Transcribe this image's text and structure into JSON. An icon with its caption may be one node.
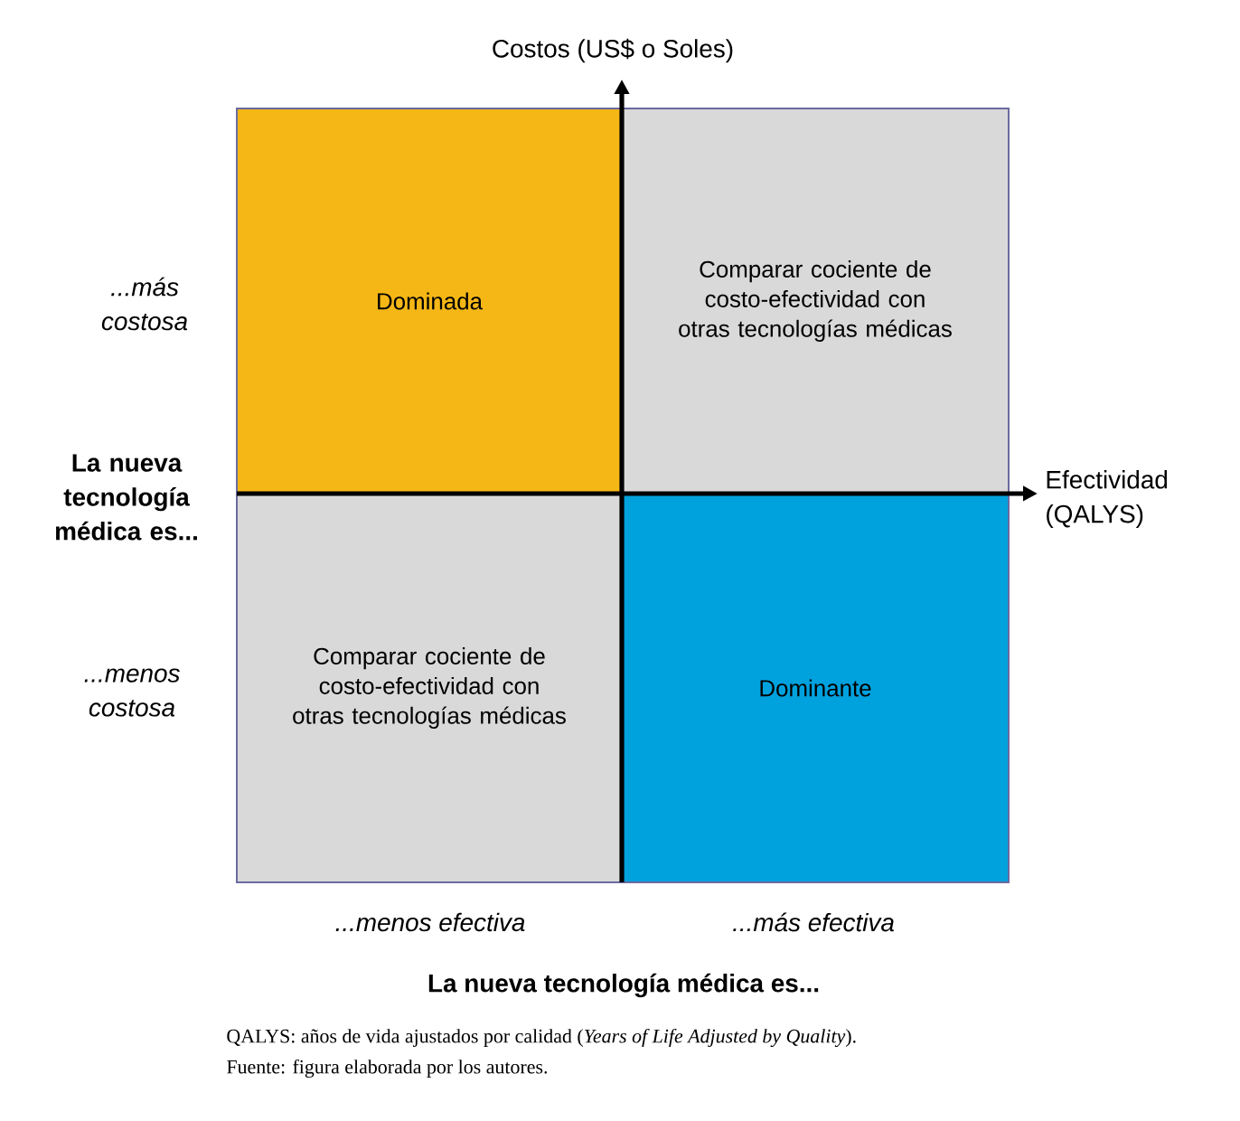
{
  "diagram": {
    "caption": "QALYS: años de vida ajustados por calidad (*Years of Life Adjusted by Quality*).",
    "nodes": [
      {
        "text": [
          "Dominada"
        ]
      },
      {
        "text": [
          "Comparar cociente de costo-efectividad con otras tecnologías médicas"
        ]
      },
      {
        "text": [
          "Comparar cociente de costo-efectividad con otras tecnologías médicas"
        ]
      },
      {
        "text": [
          "Dominante"
        ]
      }
    ],
    "edges": [],
    "labels": [
      "Costos (US$ o Soles)",
      "...más costosa",
      "Efectividad (QALYS)",
      "La nueva tecnología médica es...",
      "...menos costosa",
      "...menos efectiva",
      "...más efectiva",
      "La nueva tecnología médica es...",
      "Fuente: figura elaborada por los autores."
    ]
  }
}
